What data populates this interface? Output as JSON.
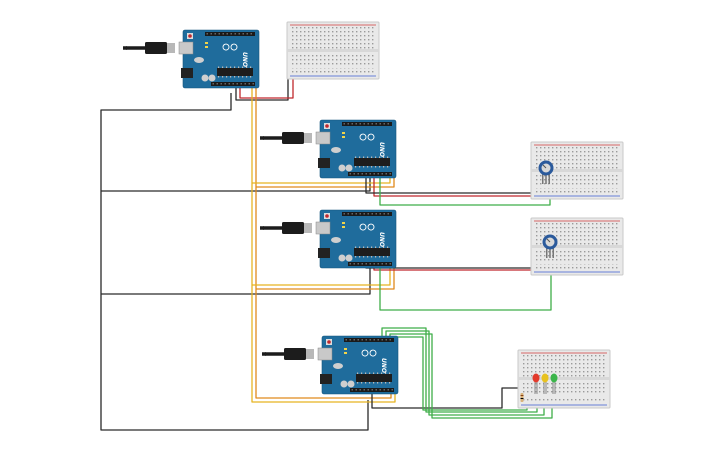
{
  "colors": {
    "background": "#ffffff",
    "board": "#1f6c9c",
    "board_dark": "#17557c",
    "header": "#1a1a1a",
    "breadboard": "#e9e9e9",
    "breadboard_hole": "#8a8a8a",
    "rail_red": "#d23c3c",
    "rail_blue": "#3c5ad2",
    "wire_black": "#2a2a2a",
    "wire_red": "#c0282d",
    "wire_yellow": "#e6b422",
    "wire_orange": "#e08a1c",
    "wire_green": "#3fae49",
    "usb_cable": "#1c1c1c",
    "usb_plug": "#b8b8b8",
    "led_red": "#e23a2b",
    "led_yellow": "#e8c21f",
    "led_green": "#3bb54a",
    "pot_body": "#2b5a9c",
    "pot_knob": "#d9d9d9"
  },
  "boards": [
    {
      "id": "board-1",
      "label": "UNO"
    },
    {
      "id": "board-2",
      "label": "UNO"
    },
    {
      "id": "board-3",
      "label": "UNO"
    },
    {
      "id": "board-4",
      "label": "UNO"
    }
  ],
  "components": {
    "potentiometers": [
      {
        "id": "potentiometer-1",
        "icon": "potentiometer-icon"
      },
      {
        "id": "potentiometer-2",
        "icon": "potentiometer-icon"
      }
    ],
    "leds": [
      {
        "id": "led-red",
        "color": "red",
        "icon": "led-icon"
      },
      {
        "id": "led-yellow",
        "color": "yellow",
        "icon": "led-icon"
      },
      {
        "id": "led-green",
        "color": "green",
        "icon": "led-icon"
      }
    ]
  }
}
